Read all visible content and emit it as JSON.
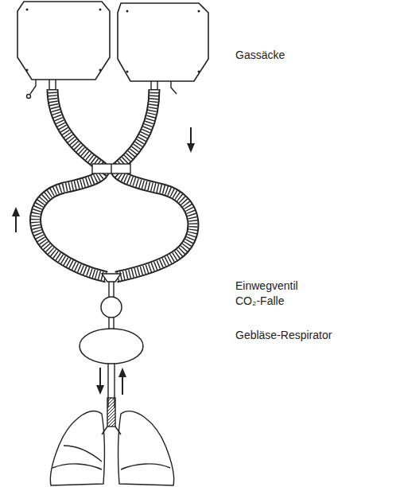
{
  "diagram": {
    "labels": [
      "Gassäcke",
      "Einwegventil CO₂-Falle",
      "Gebläse-Respirator"
    ]
  }
}
